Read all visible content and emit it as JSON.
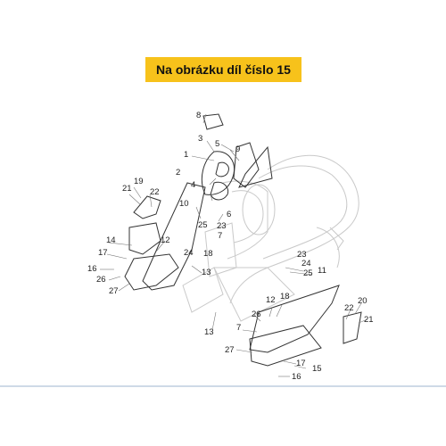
{
  "banner": {
    "text": "Na obrázku díl číslo 15",
    "color": "#f7c21b"
  },
  "callouts": [
    "1",
    "2",
    "3",
    "4",
    "5",
    "6",
    "7",
    "8",
    "9",
    "10",
    "11",
    "12",
    "13",
    "14",
    "15",
    "16",
    "17",
    "18",
    "19",
    "20",
    "21",
    "22",
    "23",
    "24",
    "25",
    "26",
    "27"
  ],
  "colors": {
    "frame_lines": "#c9c9c9",
    "part_lines": "#333333",
    "rule": "#9cb4cf"
  }
}
